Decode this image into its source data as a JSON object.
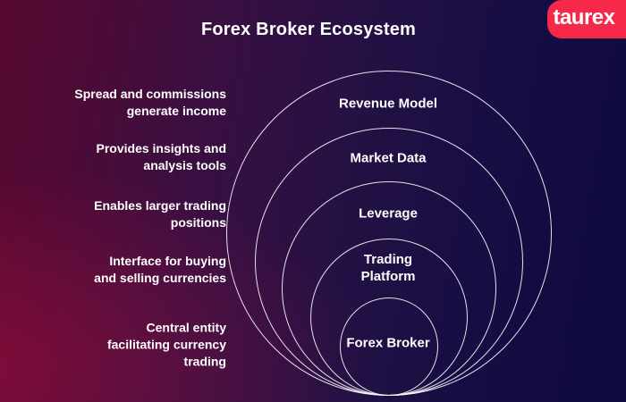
{
  "title": "Forex Broker Ecosystem",
  "logo": {
    "text": "taurex"
  },
  "rings": [
    {
      "label": "Revenue Model",
      "description": "Spread and commissions\ngenerate income"
    },
    {
      "label": "Market Data",
      "description": "Provides insights and\nanalysis tools"
    },
    {
      "label": "Leverage",
      "description": "Enables larger trading\npositions"
    },
    {
      "label": "Trading\nPlatform",
      "description": "Interface for buying\nand selling currencies"
    },
    {
      "label": "Forex Broker",
      "description": "Central entity\nfacilitating currency\ntrading"
    }
  ],
  "colors": {
    "background_left": "#55082f",
    "background_right": "#0e0a3e",
    "ring_stroke": "#ffffff",
    "logo_background": "#f7294b",
    "text": "#ffffff"
  }
}
